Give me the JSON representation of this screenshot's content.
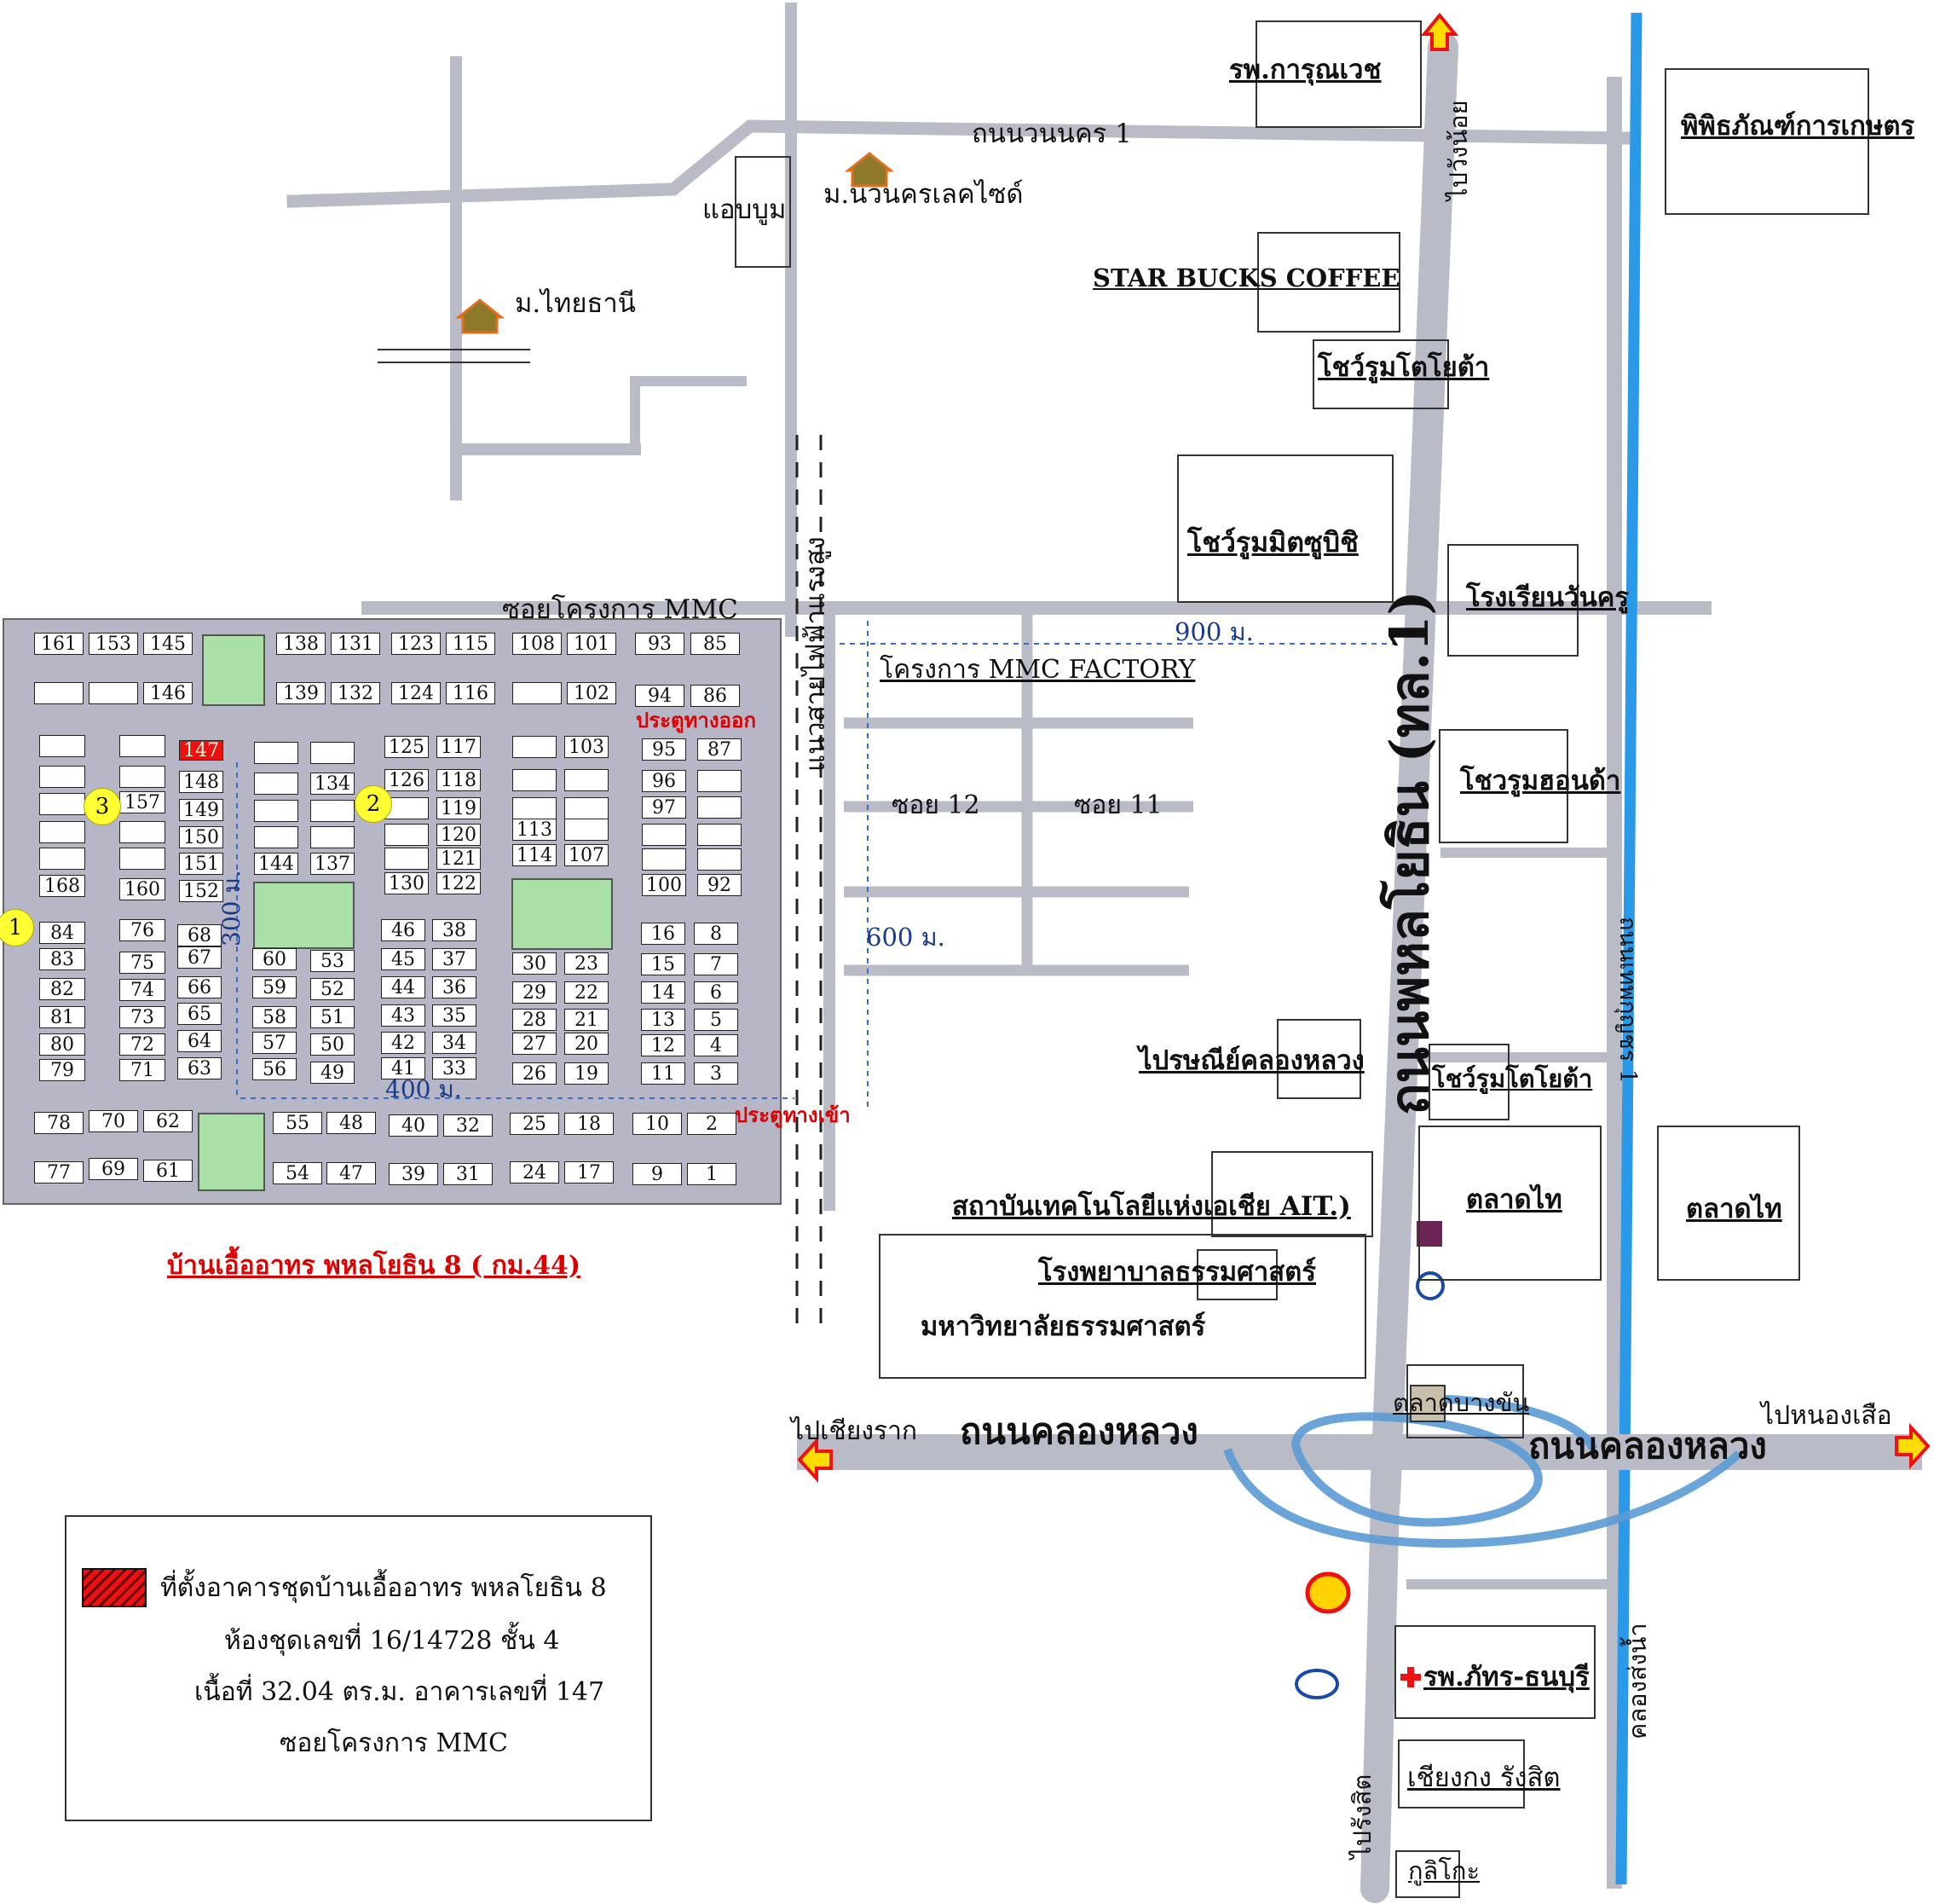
{
  "landmarks": {
    "hosp_karun": "รพ.การุณเวช",
    "museum": "พิพิธภัณฑ์การเกษตร",
    "starbucks": "STAR BUCKS COFFEE",
    "toyota_1": "โชว์รูมโตโยต้า",
    "mitsu": "โชว์รูมมิตซูบิชิ",
    "school": "โรงเรียนวันครู",
    "honda": "โชวรูมฮอนด้า",
    "post": "ไปรษณีย์คลองหลวง",
    "toyota_2": "โชว์รูมโตโยต้า",
    "ait": "สถาบันเทคโนโลยีแห่งเอเชีย AIT.)",
    "thai_market_1": "ตลาดไท",
    "thai_market_2": "ตลาดไท",
    "tu_hospital": "โรงพยาบาลธรรมศาสตร์",
    "tu": "มหาวิทยาลัยธรรมศาสตร์",
    "bangkhan_market": "ตลาดบางขัน",
    "patara_hosp": "รพ.ภัทร-ธนบุรี",
    "chiangkong": "เชียงกง รังสิต",
    "gulico": "กูลิโกะ",
    "abboom": "แอบบูม",
    "navanakorn_lake": "ม.นวนครเลคไซด์",
    "thai_thani": "ม.ไทยธานี"
  },
  "roads": {
    "navanakorn_1": "ถนนวนนคร 1",
    "to_wangnoi": "ไปวังน้อย",
    "phahon": "ถนนพหลโยธิน (ทล.1)",
    "anuparp": "ถนนพหลโยธิน (ทล.1)",
    "mmc_soi": "ซอยโครงการ MMC",
    "power_line": "แนวสายไฟฟ้าแรงสูง",
    "mmc_factory": "โครงการ MMC FACTORY",
    "soi_12": "ซอย 12",
    "soi_11": "ซอย 11",
    "klong_luang_w": "ถนนคลองหลวง",
    "klong_luang_e": "ถนนคลองหลวง",
    "to_chiangrak": "ไปเชียงราก",
    "to_nongsua": "ไปหนองเสือ",
    "to_rangsit": "ไปรังสิต",
    "canal": "คลองส่งน้ำ",
    "road_east": "ถนนเทพกุญชร 1"
  },
  "distances": {
    "d900": "900 ม.",
    "d600": "600 ม.",
    "d300": "300 ม.",
    "d400": "400 ม."
  },
  "estate": {
    "exit_gate": "ประตูทางออก",
    "entry_gate": "ประตูทางเข้า",
    "title": "บ้านเอื้ออาทร พหลโยธิน 8  ( กม.44)",
    "markers": [
      "1",
      "2",
      "3"
    ],
    "highlight_building": "147",
    "buildings": [
      "161",
      "153",
      "145",
      "138",
      "131",
      "123",
      "115",
      "108",
      "101",
      "93",
      "85",
      "146",
      "139",
      "132",
      "124",
      "116",
      "102",
      "94",
      "86",
      "147",
      "125",
      "117",
      "103",
      "95",
      "87",
      "148",
      "134",
      "126",
      "118",
      "96",
      "157",
      "149",
      "119",
      "97",
      "150",
      "120",
      "113",
      "151",
      "144",
      "137",
      "121",
      "114",
      "107",
      "168",
      "160",
      "152",
      "130",
      "122",
      "100",
      "92",
      "84",
      "76",
      "68",
      "46",
      "38",
      "16",
      "8",
      "83",
      "75",
      "67",
      "60",
      "53",
      "45",
      "37",
      "30",
      "23",
      "15",
      "7",
      "82",
      "74",
      "66",
      "59",
      "52",
      "44",
      "36",
      "29",
      "22",
      "14",
      "6",
      "81",
      "73",
      "65",
      "58",
      "51",
      "43",
      "35",
      "28",
      "21",
      "13",
      "5",
      "80",
      "72",
      "64",
      "57",
      "50",
      "42",
      "34",
      "27",
      "20",
      "12",
      "4",
      "79",
      "71",
      "63",
      "56",
      "49",
      "41",
      "33",
      "26",
      "19",
      "11",
      "3",
      "78",
      "70",
      "62",
      "55",
      "48",
      "40",
      "32",
      "25",
      "18",
      "10",
      "2",
      "77",
      "69",
      "61",
      "54",
      "47",
      "39",
      "31",
      "24",
      "17",
      "9",
      "1"
    ]
  },
  "legend": {
    "line1": "ที่ตั้งอาคารชุดบ้านเอื้ออาทร พหลโยธิน 8",
    "line2": "ห้องชุดเลขที่ 16/14728   ชั้น 4",
    "line3": "เนื้อที่ 32.04 ตร.ม. อาคารเลขที่ 147",
    "line4": "ซอยโครงการ MMC"
  },
  "colors": {
    "road": "#b9bcc6",
    "canal": "#2a9ae8",
    "interchange": "#5b9bd5",
    "estate_bg": "#b7b6c6",
    "park": "#a8e0a8",
    "highlight": "#e11111",
    "marker": "#ffff33"
  }
}
